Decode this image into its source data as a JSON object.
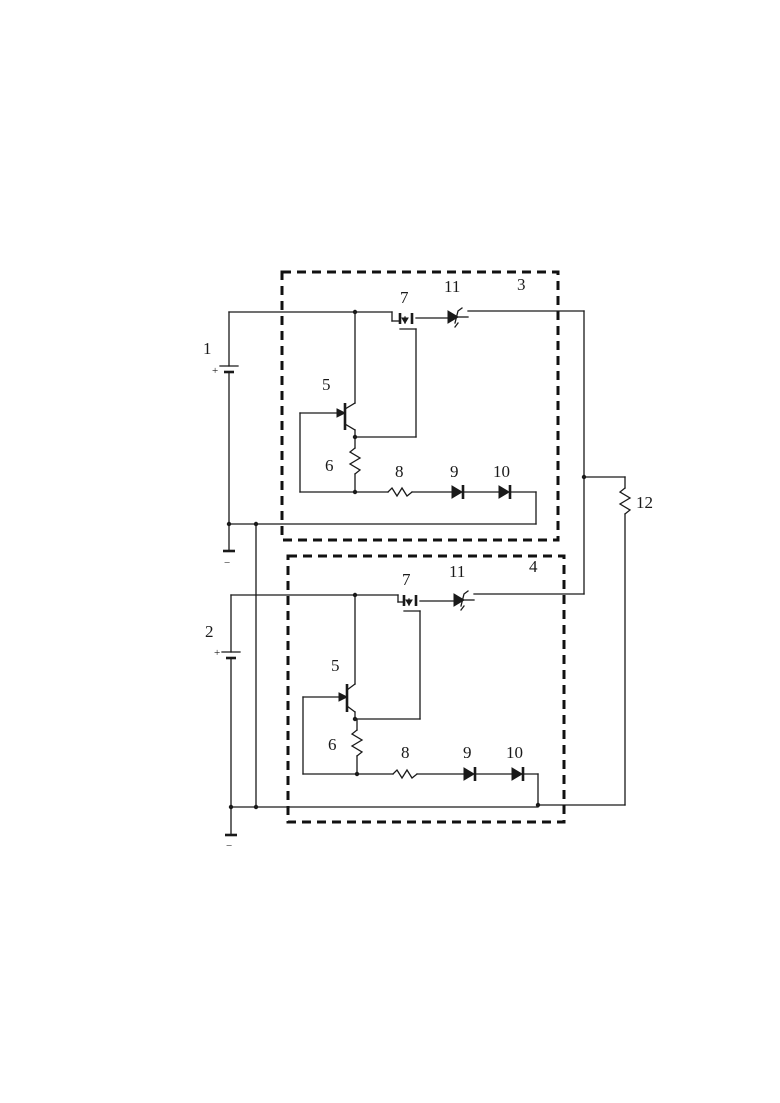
{
  "labels": {
    "battery_top": "1",
    "battery_bottom": "2",
    "module_top": "3",
    "module_bottom": "4",
    "transistor": "5",
    "resistor_gate": "6",
    "mosfet": "7",
    "resistor_series": "8",
    "diode_a": "9",
    "diode_b": "10",
    "zener": "11",
    "load_resistor": "12",
    "plus": "+",
    "minus": "−"
  },
  "colors": {
    "line": "#1a1a1a",
    "background": "#ffffff"
  }
}
